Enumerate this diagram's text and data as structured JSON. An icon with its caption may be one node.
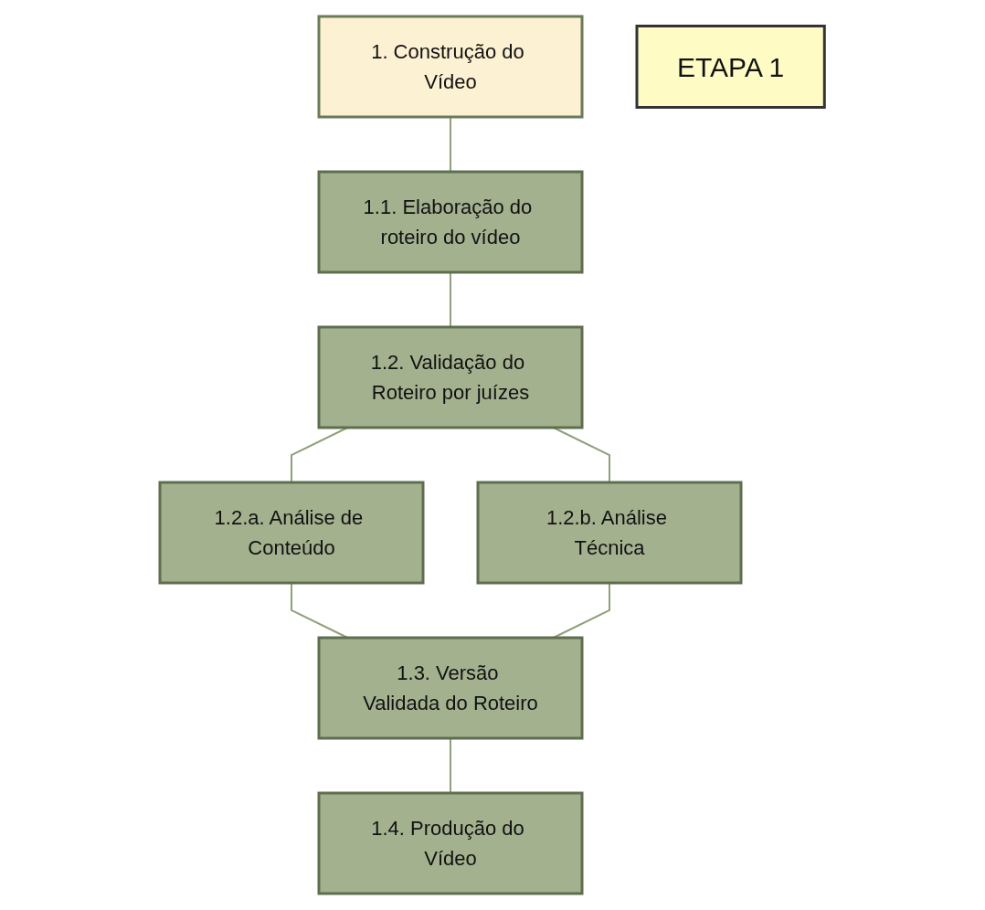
{
  "diagram": {
    "nodes": [
      {
        "text": [
          "1. Construção do Vídeo"
        ]
      },
      {
        "text": [
          "1.1. Elaboração do roteiro do vídeo"
        ]
      },
      {
        "text": [
          "1.2. Validação do Roteiro por juízes"
        ]
      },
      {
        "text": [
          "1.2.a. Análise de Conteúdo"
        ]
      },
      {
        "text": [
          "1.2.b. Análise Técnica"
        ]
      },
      {
        "text": [
          "1.3. Versão Validada do Roteiro"
        ]
      },
      {
        "text": [
          "1.4. Produção do Vídeo"
        ]
      },
      {
        "text": [
          "ETAPA 1"
        ]
      }
    ],
    "edges": [
      {
        "from": 0,
        "to": 1,
        "arrow": "none"
      },
      {
        "from": 1,
        "to": 2,
        "arrow": "none"
      },
      {
        "from": 2,
        "to": 3,
        "arrow": "none"
      },
      {
        "from": 2,
        "to": 4,
        "arrow": "none"
      },
      {
        "from": 3,
        "to": 5,
        "arrow": "none"
      },
      {
        "from": 4,
        "to": 5,
        "arrow": "none"
      },
      {
        "from": 5,
        "to": 6,
        "arrow": "none"
      }
    ]
  }
}
